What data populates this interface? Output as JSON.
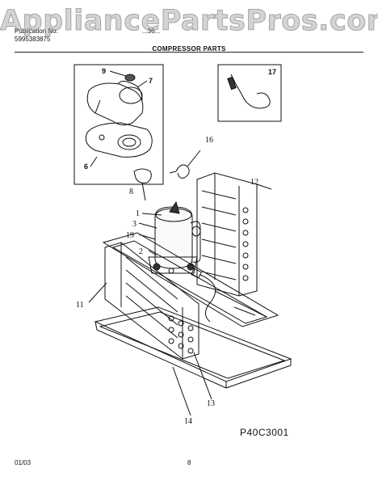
{
  "watermark": "AppliancePartsPros.com",
  "header": {
    "publication_label": "Publication No.",
    "publication_number": "5995383875",
    "model_fragment": "...36..."
  },
  "section_title": "COMPRESSOR PARTS",
  "callouts": {
    "c1": "1",
    "c2": "2",
    "c3": "3",
    "c6": "6",
    "c7": "7",
    "c8": "8",
    "c9": "9",
    "c11": "11",
    "c12": "12",
    "c13": "13",
    "c14": "14",
    "c16": "16",
    "c17": "17",
    "c19": "19"
  },
  "reference_code": "P40C3001",
  "footer": {
    "date": "01/03",
    "page": "8"
  }
}
